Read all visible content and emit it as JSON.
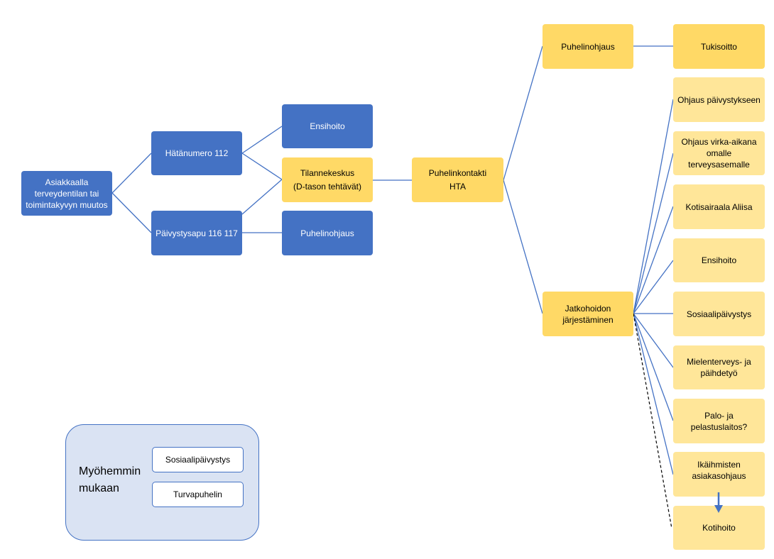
{
  "nodes": {
    "client_change": [
      "Asiakkaalla",
      "terveydentilan tai",
      "toimintakyvyn muutos"
    ],
    "emergency_112": [
      "Hätänumero 112"
    ],
    "on_call_help": [
      "Päivystysapu 116 117"
    ],
    "ambulance": [
      "Ensihoito"
    ],
    "situation_center": [
      "Tilannekeskus",
      "(D-tason tehtävät)"
    ],
    "phone_guidance_mid": [
      "Puhelinohjaus"
    ],
    "phone_contact": [
      "Puhelinkontakti",
      "HTA"
    ],
    "phone_guidance_top": [
      "Puhelinohjaus"
    ],
    "support_call": [
      "Tukisoitto"
    ],
    "follow_up": [
      "Jatkohoidon",
      "järjestäminen"
    ],
    "outcomes": [
      [
        "Ohjaus päivystykseen"
      ],
      [
        "Ohjaus virka-aikana",
        "omalle",
        "terveysasemalle"
      ],
      [
        "Kotisairaala Aliisa"
      ],
      [
        "Ensihoito"
      ],
      [
        "Sosiaalipäivystys"
      ],
      [
        "Mielenterveys- ja",
        "päihdetyö"
      ],
      [
        "Palo- ja pelastuslaitos?"
      ],
      [
        "Ikäihmisten",
        "asiakasohjaus"
      ],
      [
        "Kotihoito"
      ]
    ]
  },
  "later_panel": {
    "title": [
      "Myöhemmin",
      "mukaan"
    ],
    "items": [
      "Sosiaalipäivystys",
      "Turvapuhelin"
    ]
  },
  "colors": {
    "blue": "#4472c4",
    "gold": "#ffd966",
    "light_gold": "#ffe699",
    "panel_bg": "#dae3f3",
    "line": "#4472c4"
  }
}
